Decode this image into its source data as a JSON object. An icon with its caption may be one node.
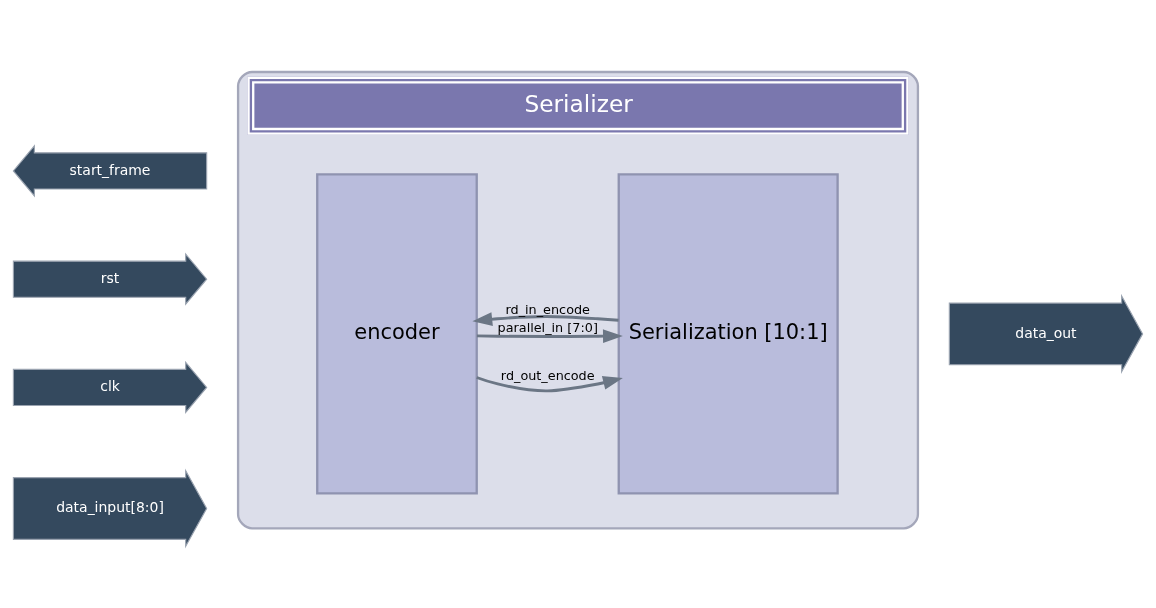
{
  "diagram": {
    "nodes": [
      {
        "text": [
          "Serializer"
        ]
      },
      {
        "text": [
          "encoder"
        ],
        "in": 0
      },
      {
        "text": [
          "Serialization [10:1]"
        ],
        "in": 0
      },
      {
        "text": [
          "start_frame"
        ]
      },
      {
        "text": [
          "rst"
        ]
      },
      {
        "text": [
          "clk"
        ]
      },
      {
        "text": [
          "data_input[8:0]"
        ]
      },
      {
        "text": [
          "data_out"
        ]
      }
    ],
    "edges": [
      {
        "from": 1,
        "to": 2,
        "arrow": "to",
        "label": "rd_out_encode"
      },
      {
        "from": 2,
        "to": 1,
        "arrow": "to",
        "label": "rd_in_encode"
      },
      {
        "from": 1,
        "to": 2,
        "arrow": "to",
        "label": "parallel_in [7:0]"
      }
    ]
  }
}
